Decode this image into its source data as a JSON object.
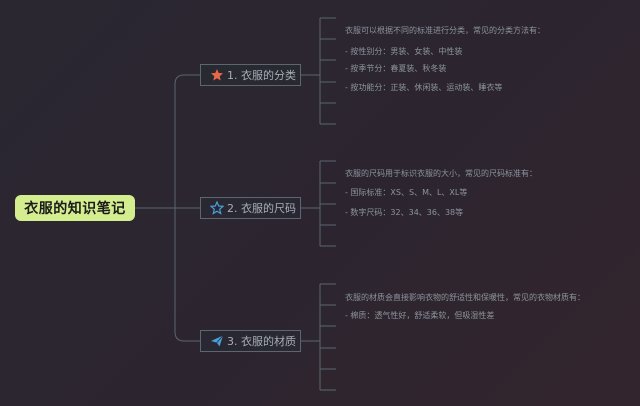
{
  "root": {
    "title": "衣服的知识笔记"
  },
  "colors": {
    "background": "#2b2630",
    "root_fill": "#d4ee8f",
    "connector": "#5a6670",
    "star_filled": "#e8694a",
    "star_outline": "#4a9fd8",
    "paper_plane": "#4a9fd8"
  },
  "branches": [
    {
      "label": "1. 衣服的分类",
      "icon": "star-filled-icon",
      "leaves": [
        "衣服可以根据不同的标准进行分类，常见的分类方法有：",
        "- 按性别分：男装、女装、中性装",
        "- 按季节分：春夏装、秋冬装",
        "- 按功能分：正装、休闲装、运动装、睡衣等",
        "",
        ""
      ]
    },
    {
      "label": "2. 衣服的尺码",
      "icon": "star-outline-icon",
      "leaves": [
        "衣服的尺码用于标识衣服的大小，常见的尺码标准有：",
        "- 国际标准：XS、S、M、L、XL等",
        "- 数字尺码：32、34、36、38等",
        "",
        ""
      ]
    },
    {
      "label": "3. 衣服的材质",
      "icon": "paper-plane-icon",
      "leaves": [
        "衣服的材质会直接影响衣物的舒适性和保暖性，常见的衣物材质有：",
        "- 棉质：透气性好，舒适柔软，但吸湿性差",
        "",
        "",
        "",
        ""
      ]
    }
  ]
}
